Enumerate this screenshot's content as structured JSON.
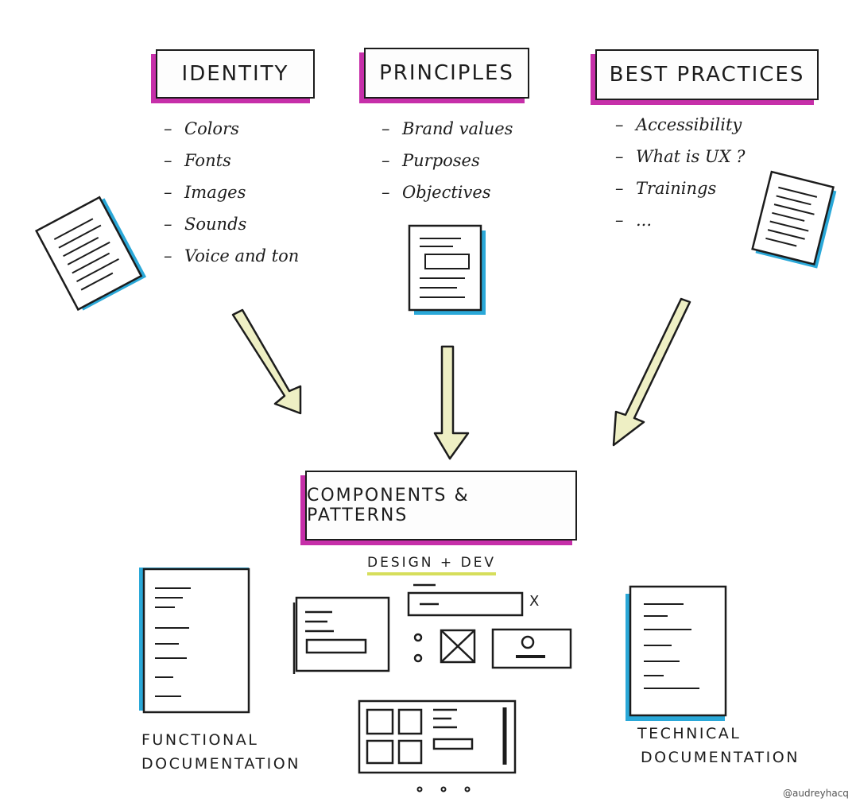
{
  "top_boxes": [
    {
      "title": "IDENTITY",
      "items": [
        "Colors",
        "Fonts",
        "Images",
        "Sounds",
        "Voice and ton"
      ]
    },
    {
      "title": "PRINCIPLES",
      "items": [
        "Brand values",
        "Purposes",
        "Objectives"
      ]
    },
    {
      "title": "BEST PRACTICES",
      "items": [
        "Accessibility",
        "What is UX ?",
        "Trainings",
        "..."
      ]
    }
  ],
  "center": {
    "title": "COMPONENTS & PATTERNS",
    "subtitle": "DESIGN + DEV",
    "close_mark": "X"
  },
  "bottom_labels": {
    "left_line1": "FUNCTIONAL",
    "left_line2": "DOCUMENTATION",
    "right_line1": "TECHNICAL",
    "right_line2": "DOCUMENTATION"
  },
  "credit": "@audreyhacq",
  "colors": {
    "ink": "#1c1c1c",
    "magenta": "#c62fa9",
    "cyan": "#2aa8d8",
    "yellow": "#d6de5c",
    "arrow_fill": "#eeefc4"
  }
}
